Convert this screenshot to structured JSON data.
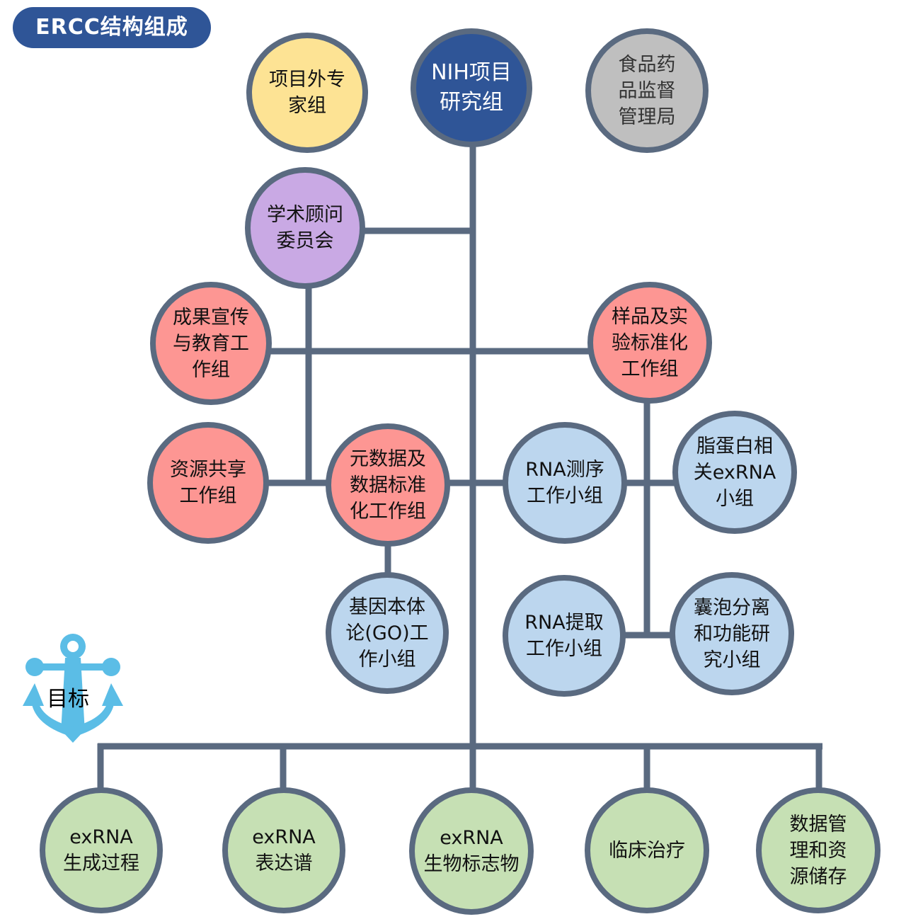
{
  "title": "ERCC结构组成",
  "colors": {
    "connector": "#5a6a80",
    "title_bg": "#2f5597",
    "yellow": "#fde394",
    "navy": "#2f5597",
    "grey": "#bfbfbf",
    "purple": "#c9a9e4",
    "pink": "#fd9693",
    "blue": "#bcd6ee",
    "green": "#c6e0b4",
    "anchor": "#5bbde6"
  },
  "top_row": {
    "external_experts": "项目外专\n家组",
    "nih_group": "NIH项目\n研究组",
    "fda": "食品药\n品监督\n管理局"
  },
  "advisory": "学术顾问\n委员会",
  "working_groups": {
    "outreach": "成果宣传\n与教育工\n作组",
    "sample_standard": "样品及实\n验标准化\n工作组",
    "resource_sharing": "资源共享\n工作组",
    "metadata": "元数据及\n数据标准\n化工作组",
    "rna_seq": "RNA测序\n工作小组",
    "lipoprotein": "脂蛋白相\n关exRNA\n小组",
    "go": "基因本体\n论(GO)工\n作小组",
    "rna_extract": "RNA提取\n工作小组",
    "vesicle": "囊泡分离\n和功能研\n究小组"
  },
  "goal": {
    "anchor_label": "目标",
    "icon": "anchor-icon"
  },
  "goals": [
    "exRNA\n生成过程",
    "exRNA\n表达谱",
    "exRNA\n生物标志物",
    "临床治疗",
    "数据管\n理和资\n源储存"
  ]
}
